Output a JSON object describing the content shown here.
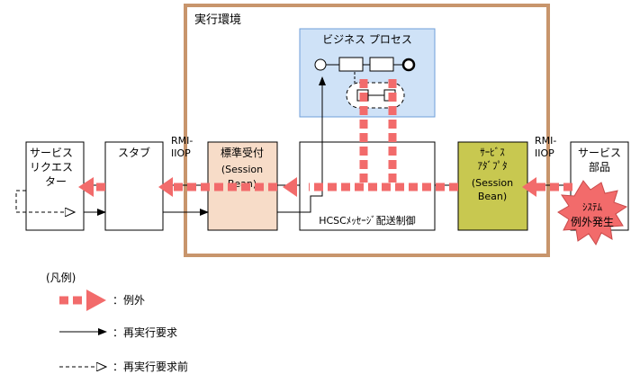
{
  "env_label": "実行環境",
  "bp_label": "ビジネス プロセス",
  "requester": {
    "line1": "サービス",
    "line2": "リクエス",
    "line3": "ター"
  },
  "stub": "スタブ",
  "rmi_left": {
    "line1": "RMI-",
    "line2": "IIOP"
  },
  "rmi_right": {
    "line1": "RMI-",
    "line2": "IIOP"
  },
  "std_receive": {
    "line1": "標準受付",
    "line2": "(Session",
    "line3": "Bean)"
  },
  "hcsc": "HCSCﾒｯｾｰｼﾞ配送制御",
  "adapter": {
    "line1": "ｻｰﾋﾞｽ",
    "line2": "ｱﾀﾞﾌﾟﾀ",
    "line3": "(Session",
    "line4": "Bean)"
  },
  "service_part": {
    "line1": "サービス",
    "line2": "部品"
  },
  "exception": {
    "line1": "ｼｽﾃﾑ",
    "line2": "例外発生"
  },
  "legend": {
    "title": "(凡例)",
    "exception": "：例外",
    "reexec": "：再実行要求",
    "reexec_before": "：再実行要求前"
  },
  "colors": {
    "env_border": "#c8956c",
    "bp_fill": "#cfe2f7",
    "bp_border": "#6f9fd8",
    "std_fill": "#f7dcc8",
    "adapter_fill": "#c8c850",
    "exception_arrow": "#f26b6b",
    "burst": "#f26b6b"
  }
}
